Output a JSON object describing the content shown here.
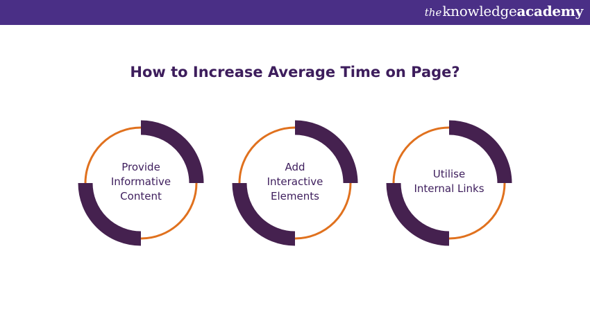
{
  "header": {
    "logo_the": "the",
    "logo_knowledge": "knowledge",
    "logo_academy": "academy",
    "background_color": "#4a2f86"
  },
  "title": "How to Increase Average Time on Page?",
  "colors": {
    "title": "#3d1d5c",
    "ring_dark": "#45214f",
    "ring_orange": "#e0711e",
    "label": "#3d1d5c"
  },
  "items": [
    {
      "label": "Provide\nInformative\nContent"
    },
    {
      "label": "Add\nInteractive\nElements"
    },
    {
      "label": "Utilise\nInternal Links"
    }
  ]
}
